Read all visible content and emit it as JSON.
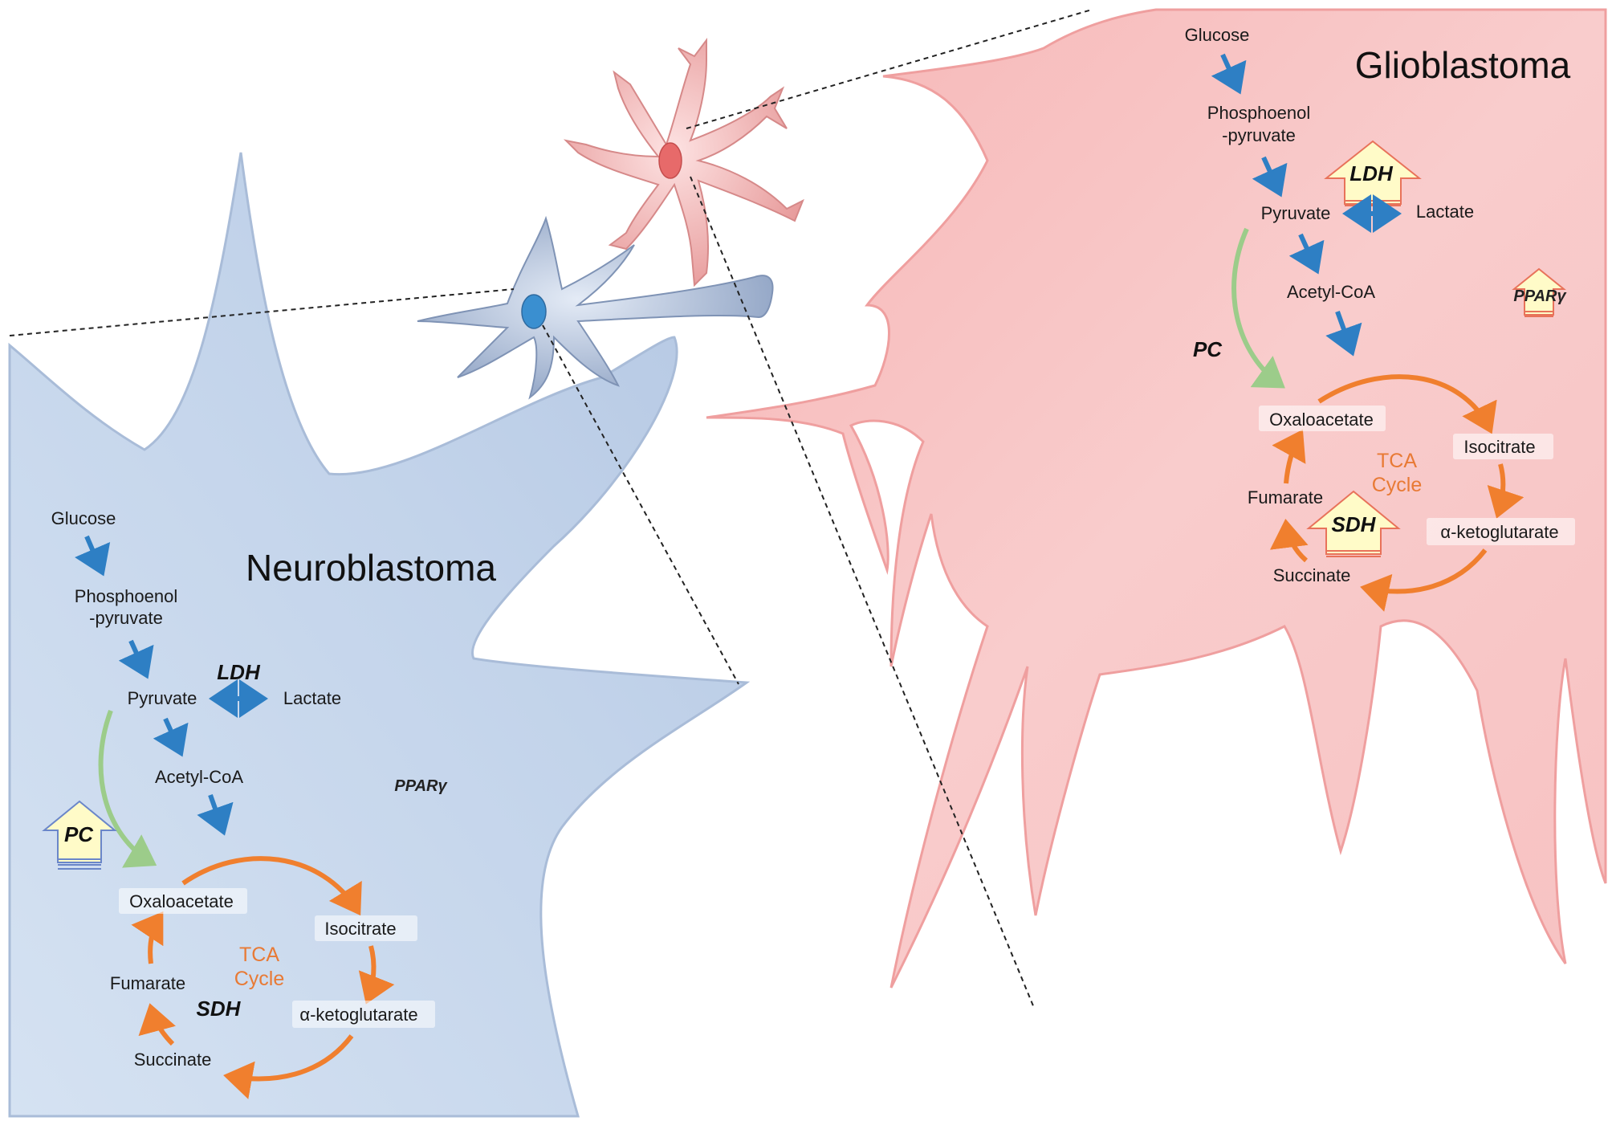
{
  "colors": {
    "glycolysis_arrow": "#2e7fc4",
    "tca_arrow": "#f07f2e",
    "pc_arrow": "#9ccc8a",
    "tca_text": "#e87a35",
    "neuroblastoma_fill": "#c5d6ec",
    "glioblastoma_fill": "#f8c7c7",
    "up_arrow_fill": "#fffbc8",
    "up_arrow_stroke_glio": "#e8725a",
    "up_arrow_stroke_neuro": "#6a86c9"
  },
  "neuroblastoma": {
    "title": "Neuroblastoma",
    "glucose": "Glucose",
    "pep_line1": "Phosphoenol",
    "pep_line2": "-pyruvate",
    "pyruvate": "Pyruvate",
    "lactate": "Lactate",
    "ldh": "LDH",
    "acetyl_coa": "Acetyl-CoA",
    "ppar": "PPARγ",
    "pc": "PC",
    "pc_icon": "up-arrow-icon",
    "oxaloacetate": "Oxaloacetate",
    "isocitrate": "Isocitrate",
    "akg": "α-ketoglutarate",
    "succinate": "Succinate",
    "fumarate": "Fumarate",
    "sdh": "SDH",
    "tca_line1": "TCA",
    "tca_line2": "Cycle"
  },
  "glioblastoma": {
    "title": "Glioblastoma",
    "glucose": "Glucose",
    "pep_line1": "Phosphoenol",
    "pep_line2": "-pyruvate",
    "pyruvate": "Pyruvate",
    "lactate": "Lactate",
    "ldh": "LDH",
    "ldh_icon": "up-arrow-icon",
    "acetyl_coa": "Acetyl-CoA",
    "ppar": "PPARγ",
    "ppar_icon": "up-arrow-icon",
    "pc": "PC",
    "oxaloacetate": "Oxaloacetate",
    "isocitrate": "Isocitrate",
    "akg": "α-ketoglutarate",
    "succinate": "Succinate",
    "fumarate": "Fumarate",
    "sdh": "SDH",
    "sdh_icon": "up-arrow-icon",
    "tca_line1": "TCA",
    "tca_line2": "Cycle"
  }
}
